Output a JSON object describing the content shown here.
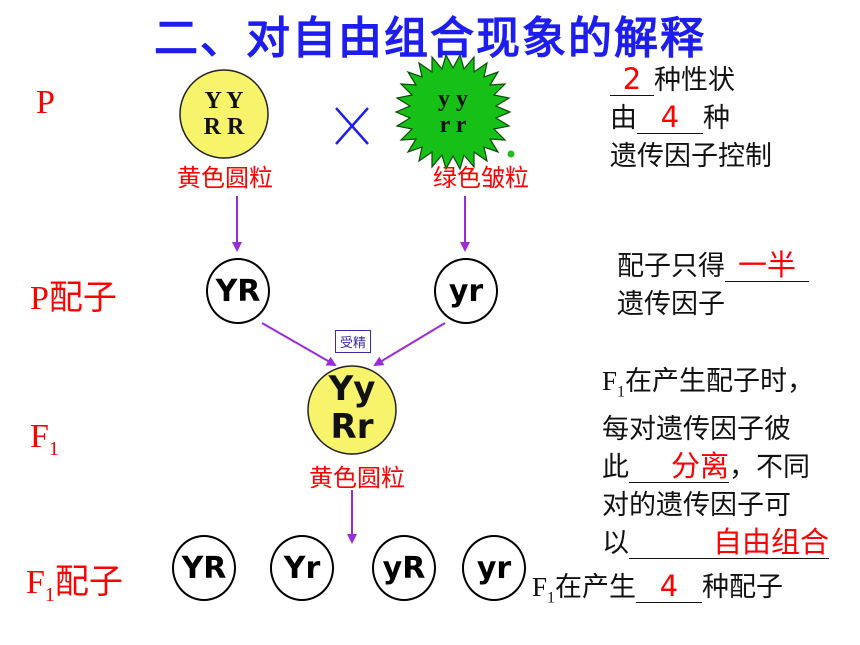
{
  "title": "二、对自由组合现象的解释",
  "rows": {
    "p": "P",
    "p_gametes": "P配子",
    "f1_main": "F",
    "f1_sub": "1",
    "f1_gametes_main": "F",
    "f1_gametes_sub": "1",
    "f1_gametes_suffix": "配子"
  },
  "parents": {
    "yellow": {
      "line1": "Y Y",
      "line2": "R R",
      "phenotype": "黄色圆粒",
      "color": "#f7f36a"
    },
    "green": {
      "line1": "y y",
      "line2": "r r",
      "phenotype": "绿色皱粒",
      "color": "#16c016"
    },
    "cross_symbol": "×"
  },
  "p_gametes": [
    "YR",
    "yr"
  ],
  "fertilization_label": "受精",
  "f1": {
    "line1": "Yy",
    "line2": "Rr",
    "phenotype": "黄色圆粒"
  },
  "f1_gametes": [
    "YR",
    "Yr",
    "yR",
    "yr"
  ],
  "notes": {
    "n1": {
      "blank1": "2",
      "text1": "种性状",
      "text2": "由",
      "blank2": "4",
      "text3": "种",
      "text4": "遗传因子控制"
    },
    "n2": {
      "text1": "配子只得",
      "blank": "一半",
      "text2": "遗传因子"
    },
    "n3": {
      "f": "F",
      "sub": "1",
      "text1": "在产生配子时，",
      "text2": "每对遗传因子彼",
      "text3": "此",
      "blank1": "分离",
      "text4": "，不同",
      "text5": "对的遗传因子可",
      "text6": "以",
      "blank2": "自由组合"
    },
    "n4": {
      "f": "F",
      "sub": "1",
      "text1": "在产生",
      "blank": "4",
      "text2": "种配子"
    }
  },
  "colors": {
    "title": "#1d1df0",
    "label_red": "#ff0000",
    "arrow_purple": "#9a2bd6"
  }
}
